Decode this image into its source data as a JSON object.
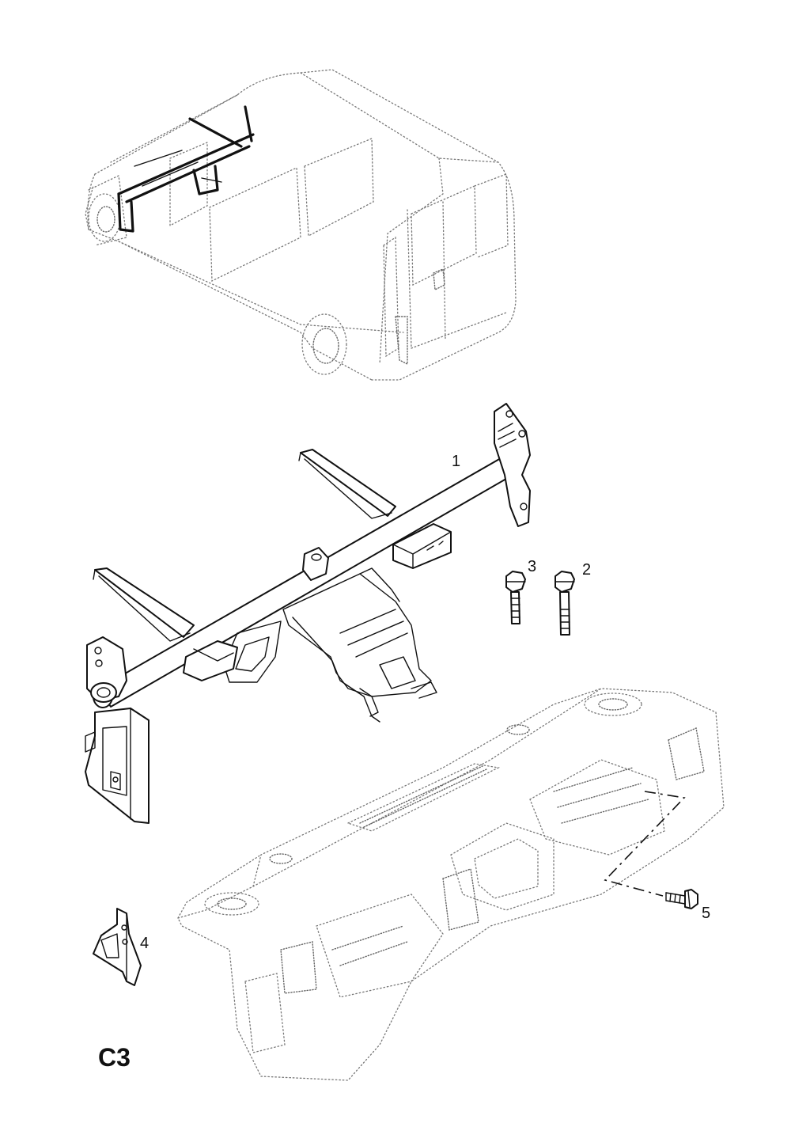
{
  "callouts": [
    "1",
    "2",
    "3",
    "4",
    "5"
  ],
  "figure_code": "C3"
}
